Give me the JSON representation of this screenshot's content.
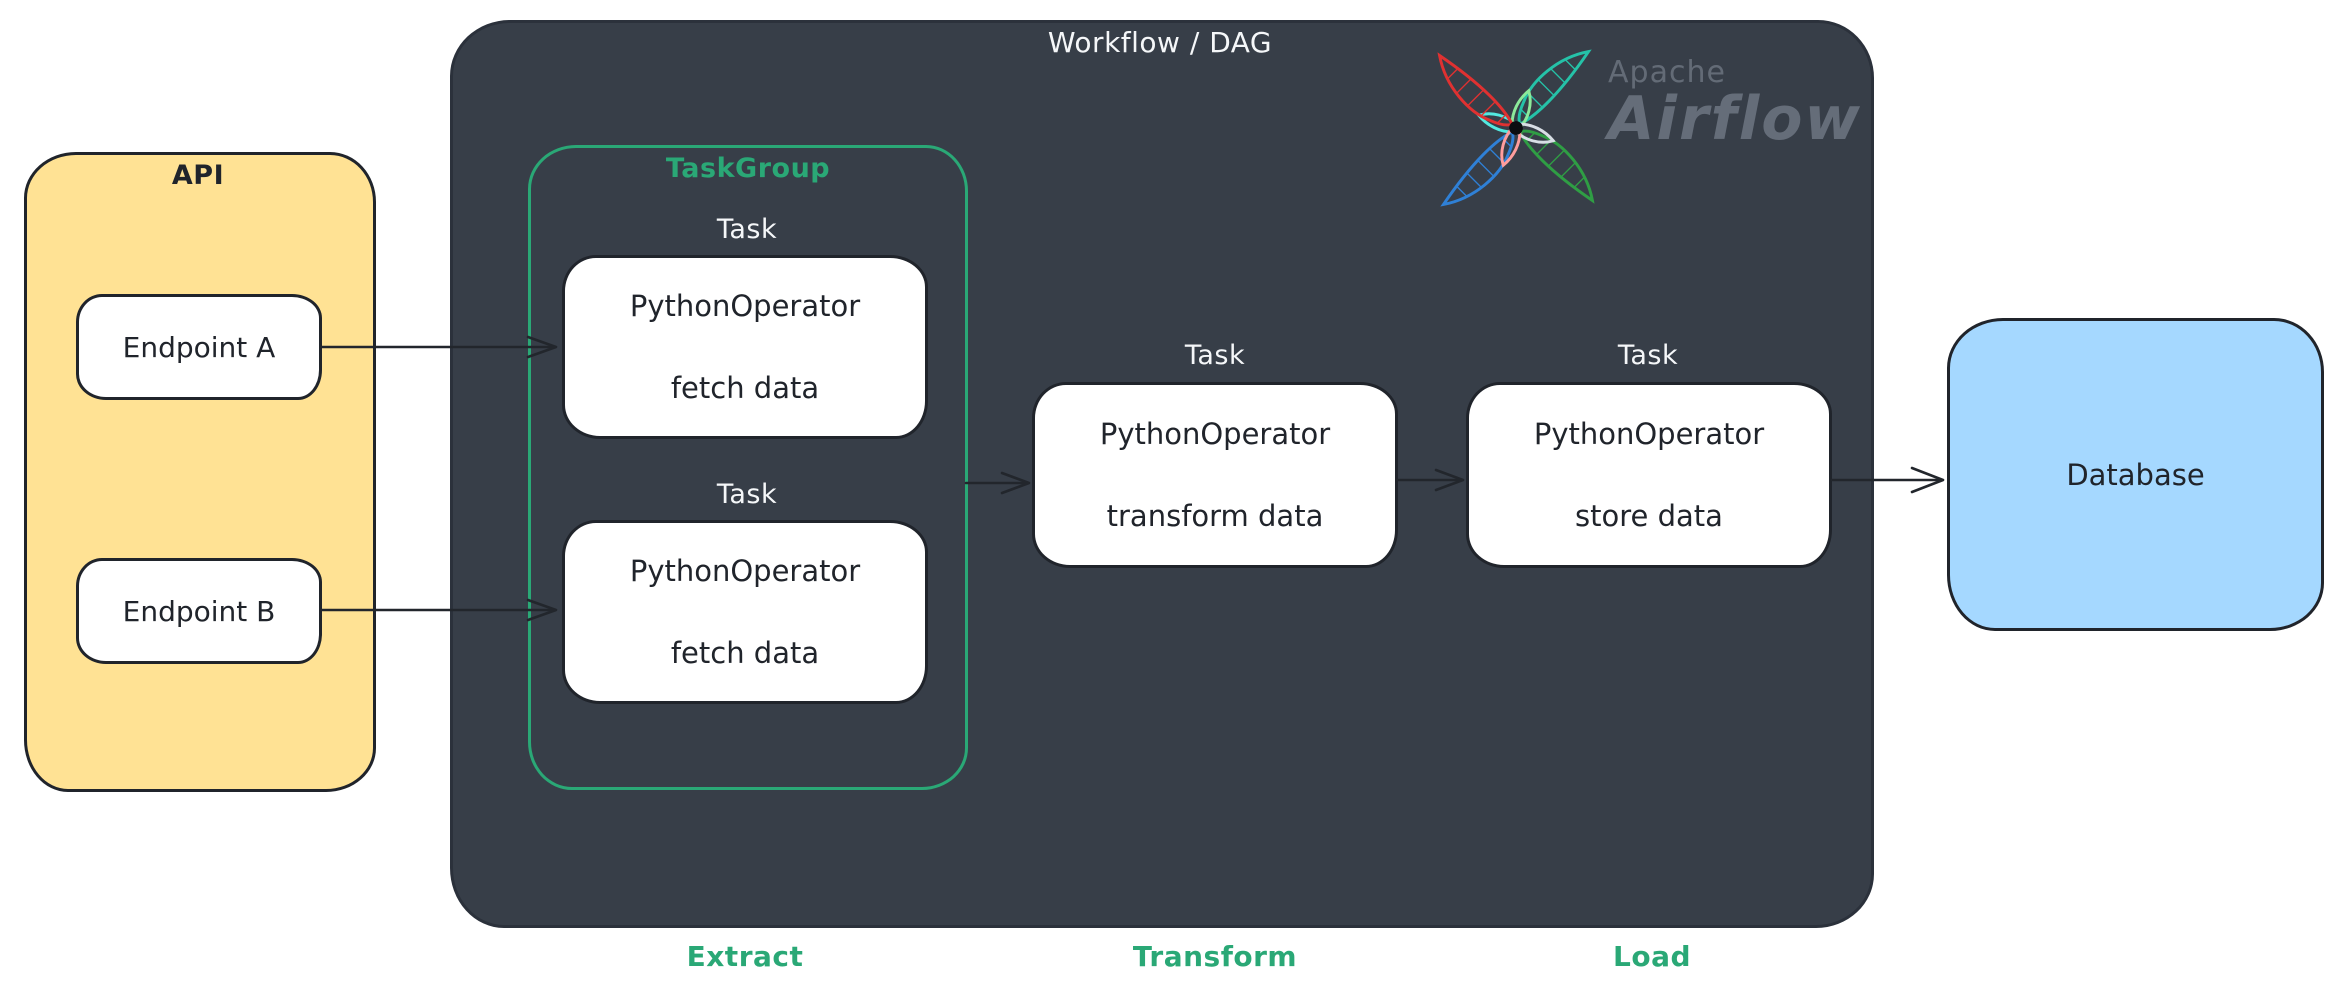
{
  "diagram": {
    "api": {
      "title": "API",
      "endpoints": [
        {
          "label": "Endpoint A"
        },
        {
          "label": "Endpoint B"
        }
      ]
    },
    "dag": {
      "title": "Workflow / DAG",
      "brand": {
        "top": "Apache",
        "bottom": "Airflow"
      },
      "taskgroup": {
        "label": "TaskGroup",
        "tasks": [
          {
            "kind": "Task",
            "operator": "PythonOperator",
            "action": "fetch data"
          },
          {
            "kind": "Task",
            "operator": "PythonOperator",
            "action": "fetch data"
          }
        ]
      },
      "tasks": [
        {
          "kind": "Task",
          "operator": "PythonOperator",
          "action": "transform data"
        },
        {
          "kind": "Task",
          "operator": "PythonOperator",
          "action": "store data"
        }
      ]
    },
    "database": {
      "label": "Database"
    },
    "stages": [
      {
        "label": "Extract"
      },
      {
        "label": "Transform"
      },
      {
        "label": "Load"
      }
    ],
    "colors": {
      "accent_green": "#2aa876",
      "api_yellow": "#ffe294",
      "dag_dark": "#373e48",
      "database_blue": "#a5d8ff",
      "ink": "#20242b",
      "brand_gray": "#68707c",
      "logo_red": "#e03131",
      "logo_teal": "#25c2a8",
      "logo_green": "#2f9e44",
      "logo_blue": "#2f80d6"
    }
  }
}
